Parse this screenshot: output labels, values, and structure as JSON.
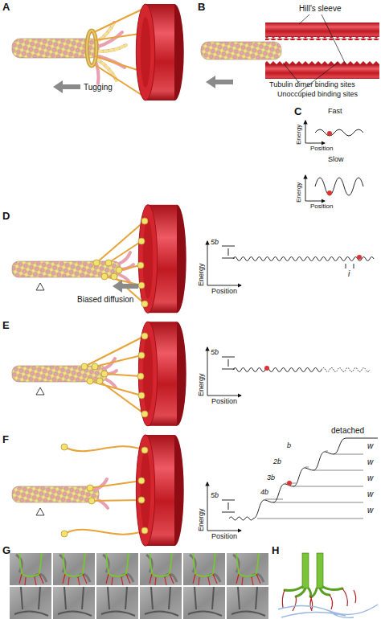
{
  "diagram": {
    "labels": [
      "A",
      "Tugging",
      "B",
      "Hill's sleeve",
      "Tubulin dimer binding sites",
      "Unoccupied binding sites",
      "C",
      "Fast",
      "Energy",
      "Position",
      "Slow",
      "Energy",
      "Position",
      "D",
      "Biased diffusion",
      "5b",
      "Energy",
      "Position",
      "i",
      "E",
      "5b",
      "Energy",
      "Position",
      "F",
      "5b",
      "Energy",
      "Position",
      "detached",
      "b",
      "2b",
      "3b",
      "4b",
      "w",
      "w",
      "w",
      "w",
      "w",
      "G",
      "H"
    ]
  }
}
